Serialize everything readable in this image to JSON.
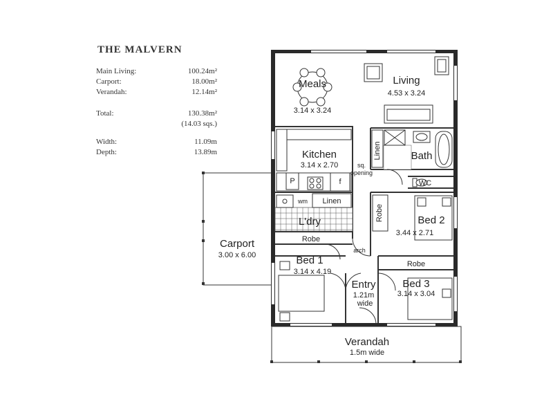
{
  "header": {
    "title": "THE MALVERN"
  },
  "specs": {
    "main_living": {
      "label": "Main Living:",
      "value": "100.24m²"
    },
    "carport": {
      "label": "Carport:",
      "value": "18.00m²"
    },
    "verandah": {
      "label": "Verandah:",
      "value": "12.14m²"
    },
    "total": {
      "label": "Total:",
      "value": "130.38m²"
    },
    "total_sqs": {
      "value": "(14.03 sqs.)"
    },
    "width": {
      "label": "Width:",
      "value": "11.09m"
    },
    "depth": {
      "label": "Depth:",
      "value": "13.89m"
    }
  },
  "rooms": {
    "meals": {
      "name": "Meals",
      "dims": "3.14  x  3.24"
    },
    "living": {
      "name": "Living",
      "dims": "4.53  x  3.24"
    },
    "kitchen": {
      "name": "Kitchen",
      "dims": "3.14  x  2.70"
    },
    "bath": {
      "name": "Bath"
    },
    "wc": {
      "name": "WC"
    },
    "linen_bath": {
      "name": "Linen"
    },
    "linen_laundry": {
      "name": "Linen"
    },
    "laundry": {
      "name": "L'dry"
    },
    "bed2": {
      "name": "Bed 2",
      "dims": "3.44  x  2.71"
    },
    "robe_bed2": {
      "name": "Robe"
    },
    "carport": {
      "name": "Carport",
      "dims": "3.00  x  6.00"
    },
    "robe_bed1": {
      "name": "Robe"
    },
    "bed1": {
      "name": "Bed 1",
      "dims": "3.14  x  4.19"
    },
    "entry": {
      "name": "Entry",
      "dims": "1.21m",
      "dims2": "wide"
    },
    "robe_bed3": {
      "name": "Robe"
    },
    "bed3": {
      "name": "Bed 3",
      "dims": "3.14  x  3.04"
    },
    "verandah": {
      "name": "Verandah",
      "dims": "1.5m  wide"
    }
  },
  "labels": {
    "pantry": "P",
    "fridge": "f",
    "washing_machine": "wm",
    "sq_opening_1": "sq.",
    "sq_opening_2": "opening",
    "arch": "arch"
  }
}
